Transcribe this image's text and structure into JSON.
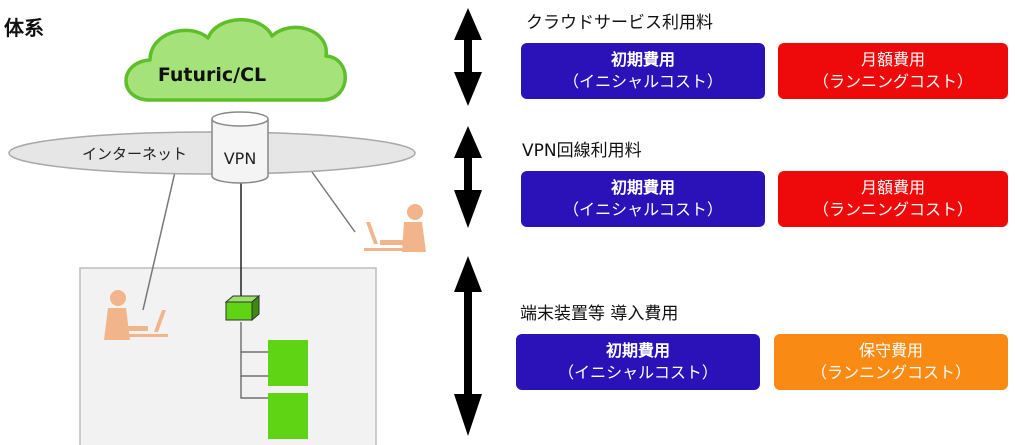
{
  "title": "体系",
  "diagram": {
    "cloud_label": "Futuric/CL",
    "internet_label": "インターネット",
    "vpn_label": "VPN"
  },
  "sections": [
    {
      "heading": "クラウドサービス利用料",
      "initial": {
        "line1": "初期費用",
        "line2": "（イニシャルコスト）",
        "color": "#2a11b8"
      },
      "running": {
        "line1": "月額費用",
        "line2": "（ランニングコスト）",
        "color": "#ee0a0a"
      }
    },
    {
      "heading": "VPN回線利用料",
      "initial": {
        "line1": "初期費用",
        "line2": "（イニシャルコスト）",
        "color": "#2a11b8"
      },
      "running": {
        "line1": "月額費用",
        "line2": "（ランニングコスト）",
        "color": "#ee0a0a"
      }
    },
    {
      "heading": "端末装置等 導入費用",
      "initial": {
        "line1": "初期費用",
        "line2": "（イニシャルコスト）",
        "color": "#2a11b8"
      },
      "running": {
        "line1": "保守費用",
        "line2": "（ランニングコスト）",
        "color": "#f98a13"
      }
    }
  ],
  "colors": {
    "cloud_fill": "#a6e27a",
    "cloud_stroke": "#5fbf2a",
    "ellipse_fill": "#e6e6e6",
    "person": "#f2b48a",
    "equipment": "#5fd414"
  }
}
